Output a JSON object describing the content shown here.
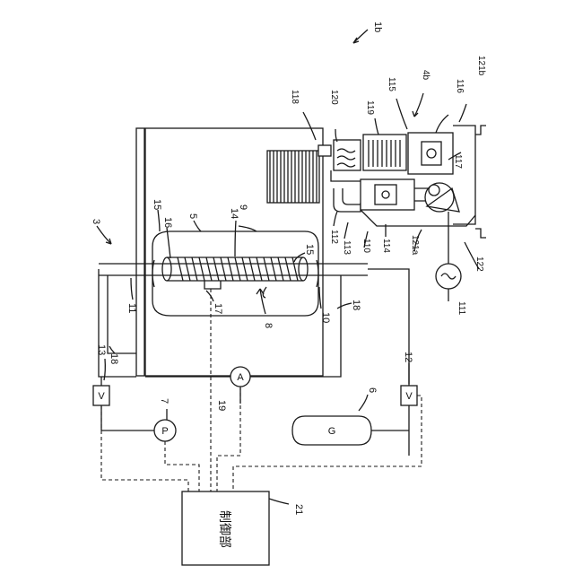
{
  "labels": {
    "system_1b": "1b",
    "system_3": "3",
    "n5": "5",
    "n6": "6",
    "n7": "7",
    "n8": "8",
    "n9": "9",
    "n10": "10",
    "n11": "11",
    "n12": "12",
    "n13": "13",
    "n14": "14",
    "n15a": "15",
    "n15b": "15",
    "n16": "16",
    "n17": "17",
    "n18a": "18",
    "n18b": "18",
    "n19": "19",
    "n21": "21",
    "n110": "110",
    "n111": "111",
    "n112": "112",
    "n113": "113",
    "n114": "114",
    "n115": "115",
    "n116": "116",
    "n117": "117",
    "n118": "118",
    "n119": "119",
    "n120": "120",
    "n121a": "121a",
    "n121b": "121b",
    "n122": "122",
    "n4b": "4b"
  },
  "instruments": {
    "valve_13": "V",
    "valve_12": "V",
    "pressure_gauge": "P",
    "ammeter": "A",
    "gas_source": "G"
  },
  "controller": {
    "label": "制御部"
  }
}
